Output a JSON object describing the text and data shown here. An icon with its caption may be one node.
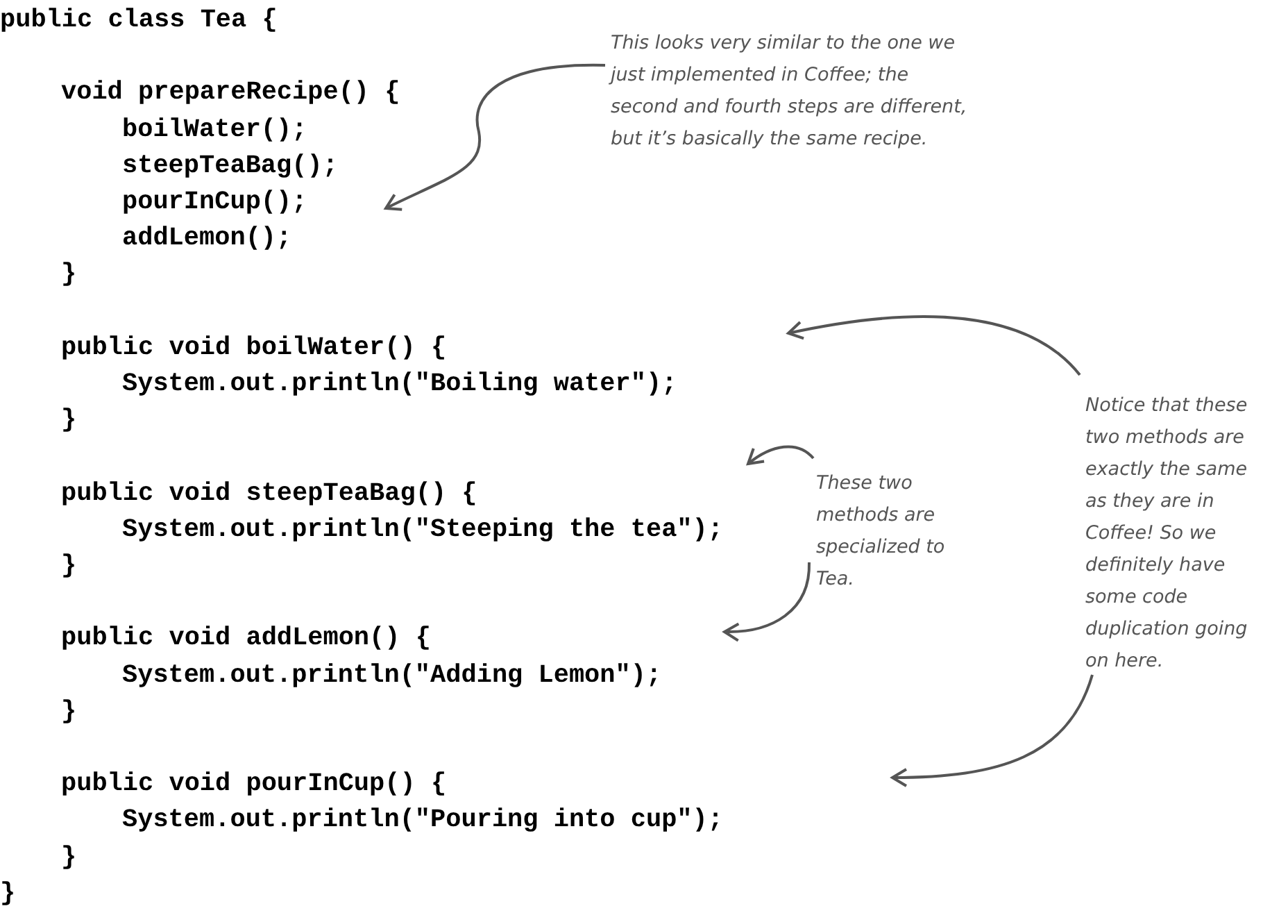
{
  "diagram": {
    "nodes": [
      {
        "text": [
          "This looks very similar to the one we just implemented in Coffee; the second and fourth steps are different, but it’s basically the same recipe."
        ]
      },
      {
        "text": [
          "These two methods are specialized to Tea."
        ]
      },
      {
        "text": [
          "Notice that these two methods are exactly the same as they are in Coffee! So we definitely have some code duplication going on here."
        ]
      }
    ],
    "edges": [
      {
        "from": 0,
        "to": null,
        "arrow": "to"
      },
      {
        "from": 2,
        "to": null,
        "arrow": "to"
      },
      {
        "from": 2,
        "to": null,
        "arrow": "to"
      },
      {
        "from": 1,
        "to": null,
        "arrow": "to"
      },
      {
        "from": 1,
        "to": null,
        "arrow": "to"
      }
    ],
    "labels": [
      "public class Tea {",
      "void prepareRecipe() {",
      "boilWater();",
      "steepTeaBag();",
      "pourInCup();",
      "addLemon();",
      "}",
      "public void boilWater() {",
      "System.out.println(\"Boiling water\");",
      "}",
      "public void steepTeaBag() {",
      "System.out.println(\"Steeping the tea\");",
      "}",
      "public void addLemon() {",
      "System.out.println(\"Adding Lemon\");",
      "}",
      "public void pourInCup() {",
      "System.out.println(\"Pouring into cup\");",
      "}",
      "}"
    ]
  }
}
